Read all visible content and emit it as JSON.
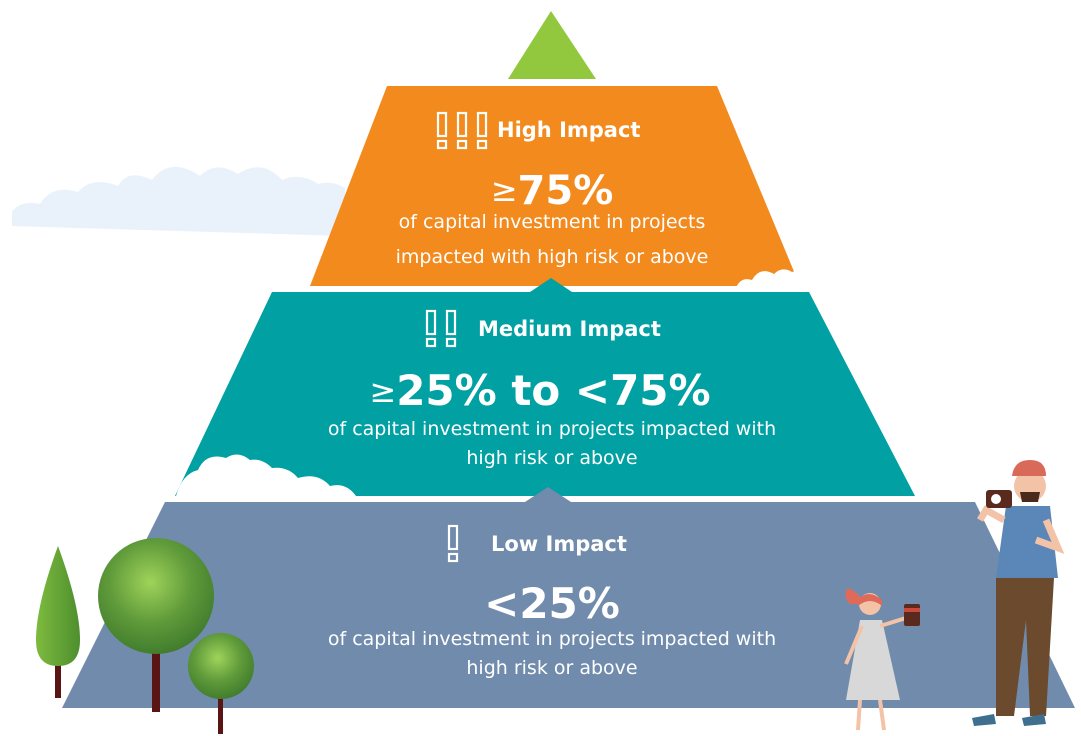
{
  "levels": {
    "high": {
      "title": "High Impact",
      "threshold_symbol": "≥",
      "threshold_value": "75%",
      "description_line1": "of capital investment in projects",
      "description_line2": "impacted with high risk or above",
      "color": "#f28a1e",
      "icon": "exclamation-icon",
      "icon_count": 3
    },
    "medium": {
      "title": "Medium Impact",
      "threshold_symbol": "≥",
      "threshold_value": "25% to <75%",
      "description_line1": "of capital investment in projects impacted with",
      "description_line2": "high risk or above",
      "color": "#00a0a3",
      "icon": "exclamation-icon",
      "icon_count": 2
    },
    "low": {
      "title": "Low Impact",
      "threshold_value": "<25%",
      "description_line1": "of capital investment in projects impacted with",
      "description_line2": "high risk or above",
      "color": "#708bab",
      "icon": "exclamation-icon",
      "icon_count": 1
    }
  },
  "apex_color": "#92c83e",
  "decorations": [
    "cloud-icon",
    "tree-icon",
    "person-with-camera-icon",
    "child-icon"
  ]
}
